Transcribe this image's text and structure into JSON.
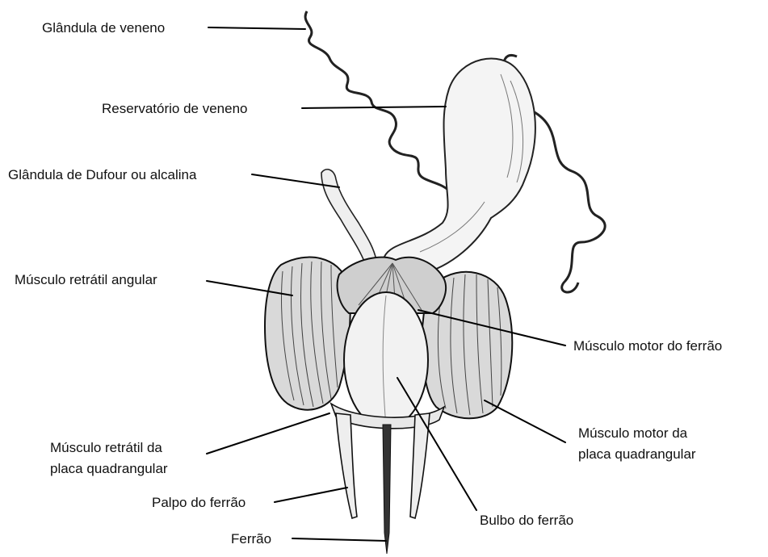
{
  "labels": {
    "poison_gland": "Glândula de veneno",
    "poison_reservoir": "Reservatório de veneno",
    "dufour_gland": "Glândula de Dufour ou alcalina",
    "angular_retractor": "Músculo retrátil angular",
    "sting_motor": "Músculo motor do ferrão",
    "quadrate_motor_1": "Músculo motor da",
    "quadrate_motor_2": "placa quadrangular",
    "quadrate_retractor_1": "Músculo retrátil da",
    "quadrate_retractor_2": "placa quadrangular",
    "sting_palp": "Palpo do ferrão",
    "sting_bulb": "Bulbo do ferrão",
    "sting": "Ferrão"
  },
  "colors": {
    "ink": "#000000",
    "background": "#ffffff",
    "organ_fill": "#f4f4f4",
    "muscle_fill": "#d9d9d9"
  }
}
